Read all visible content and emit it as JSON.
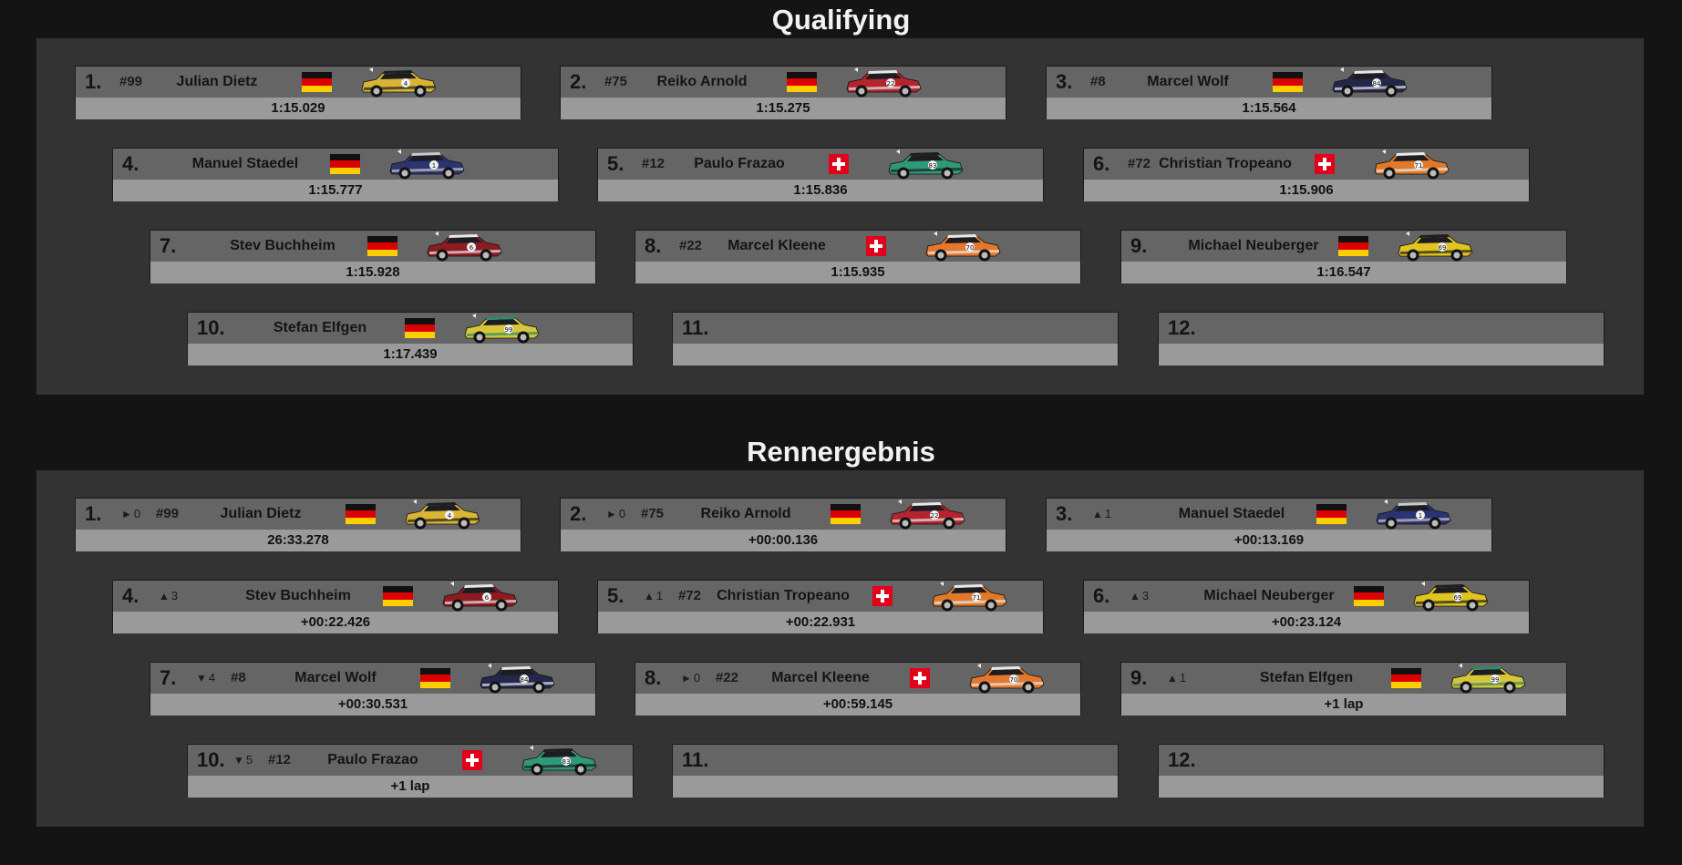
{
  "sections": [
    {
      "title": "Qualifying",
      "cards": [
        {
          "pos": "1.",
          "change_arrow": "",
          "change_value": "",
          "number": "#99",
          "driver": "Julian Dietz",
          "flag": "de",
          "car_icon": "car-yellow-icon",
          "car_color": "#d9b535",
          "car_accent": "#1e1e1e",
          "car_number": "4",
          "result": "1:15.029"
        },
        {
          "pos": "2.",
          "change_arrow": "",
          "change_value": "",
          "number": "#75",
          "driver": "Reiko Arnold",
          "flag": "de",
          "car_icon": "car-red-icon",
          "car_color": "#b3242c",
          "car_accent": "#e8e8e8",
          "car_number": "22",
          "result": "1:15.275"
        },
        {
          "pos": "3.",
          "change_arrow": "",
          "change_value": "",
          "number": "#8",
          "driver": "Marcel Wolf",
          "flag": "de",
          "car_icon": "car-navy-icon",
          "car_color": "#23284a",
          "car_accent": "#e8e8e8",
          "car_number": "84",
          "result": "1:15.564"
        },
        {
          "pos": "4.",
          "change_arrow": "",
          "change_value": "",
          "number": "",
          "driver": "Manuel Staedel",
          "flag": "de",
          "car_icon": "car-blue-icon",
          "car_color": "#2b3470",
          "car_accent": "#c9c9c9",
          "car_number": "1",
          "result": "1:15.777"
        },
        {
          "pos": "5.",
          "change_arrow": "",
          "change_value": "",
          "number": "#12",
          "driver": "Paulo Frazao",
          "flag": "ch",
          "car_icon": "car-green-icon",
          "car_color": "#2f9a78",
          "car_accent": "#1e1e1e",
          "car_number": "83",
          "result": "1:15.836"
        },
        {
          "pos": "6.",
          "change_arrow": "",
          "change_value": "",
          "number": "#72",
          "driver": "Christian Tropeano",
          "flag": "ch",
          "car_icon": "car-orange-icon",
          "car_color": "#e07a2a",
          "car_accent": "#e8e8e8",
          "car_number": "71",
          "result": "1:15.906"
        },
        {
          "pos": "7.",
          "change_arrow": "",
          "change_value": "",
          "number": "",
          "driver": "Stev Buchheim",
          "flag": "de",
          "car_icon": "car-darkred-icon",
          "car_color": "#8c1c22",
          "car_accent": "#e8e8e8",
          "car_number": "6",
          "result": "1:15.928"
        },
        {
          "pos": "8.",
          "change_arrow": "",
          "change_value": "",
          "number": "#22",
          "driver": "Marcel Kleene",
          "flag": "ch",
          "car_icon": "car-orange-icon",
          "car_color": "#e3772e",
          "car_accent": "#e8e8e8",
          "car_number": "70",
          "result": "1:15.935"
        },
        {
          "pos": "9.",
          "change_arrow": "",
          "change_value": "",
          "number": "",
          "driver": "Michael Neuberger",
          "flag": "de",
          "car_icon": "car-yellow-black-icon",
          "car_color": "#e0c41f",
          "car_accent": "#1e1e1e",
          "car_number": "69",
          "result": "1:16.547"
        },
        {
          "pos": "10.",
          "change_arrow": "",
          "change_value": "",
          "number": "",
          "driver": "Stefan Elfgen",
          "flag": "de",
          "car_icon": "car-yellow-green-icon",
          "car_color": "#d8c63a",
          "car_accent": "#2f8a6a",
          "car_number": "99",
          "result": "1:17.439"
        },
        {
          "pos": "11.",
          "change_arrow": "",
          "change_value": "",
          "number": "",
          "driver": "",
          "flag": "",
          "car_icon": "",
          "result": ""
        },
        {
          "pos": "12.",
          "change_arrow": "",
          "change_value": "",
          "number": "",
          "driver": "",
          "flag": "",
          "car_icon": "",
          "result": ""
        }
      ]
    },
    {
      "title": "Rennergebnis",
      "cards": [
        {
          "pos": "1.",
          "change_arrow": "►",
          "change_value": "0",
          "number": "#99",
          "driver": "Julian Dietz",
          "flag": "de",
          "car_icon": "car-yellow-icon",
          "car_color": "#d9b535",
          "car_accent": "#1e1e1e",
          "car_number": "4",
          "result": "26:33.278"
        },
        {
          "pos": "2.",
          "change_arrow": "►",
          "change_value": "0",
          "number": "#75",
          "driver": "Reiko Arnold",
          "flag": "de",
          "car_icon": "car-red-icon",
          "car_color": "#b3242c",
          "car_accent": "#e8e8e8",
          "car_number": "22",
          "result": "+00:00.136"
        },
        {
          "pos": "3.",
          "change_arrow": "▲",
          "change_value": "1",
          "number": "",
          "driver": "Manuel Staedel",
          "flag": "de",
          "car_icon": "car-blue-icon",
          "car_color": "#2b3470",
          "car_accent": "#c9c9c9",
          "car_number": "1",
          "result": "+00:13.169"
        },
        {
          "pos": "4.",
          "change_arrow": "▲",
          "change_value": "3",
          "number": "",
          "driver": "Stev Buchheim",
          "flag": "de",
          "car_icon": "car-darkred-icon",
          "car_color": "#8c1c22",
          "car_accent": "#e8e8e8",
          "car_number": "6",
          "result": "+00:22.426"
        },
        {
          "pos": "5.",
          "change_arrow": "▲",
          "change_value": "1",
          "number": "#72",
          "driver": "Christian Tropeano",
          "flag": "ch",
          "car_icon": "car-orange-icon",
          "car_color": "#e07a2a",
          "car_accent": "#e8e8e8",
          "car_number": "71",
          "result": "+00:22.931"
        },
        {
          "pos": "6.",
          "change_arrow": "▲",
          "change_value": "3",
          "number": "",
          "driver": "Michael Neuberger",
          "flag": "de",
          "car_icon": "car-yellow-black-icon",
          "car_color": "#e0c41f",
          "car_accent": "#1e1e1e",
          "car_number": "69",
          "result": "+00:23.124"
        },
        {
          "pos": "7.",
          "change_arrow": "▼",
          "change_value": "4",
          "number": "#8",
          "driver": "Marcel Wolf",
          "flag": "de",
          "car_icon": "car-navy-icon",
          "car_color": "#23284a",
          "car_accent": "#e8e8e8",
          "car_number": "84",
          "result": "+00:30.531"
        },
        {
          "pos": "8.",
          "change_arrow": "►",
          "change_value": "0",
          "number": "#22",
          "driver": "Marcel Kleene",
          "flag": "ch",
          "car_icon": "car-orange-icon",
          "car_color": "#e3772e",
          "car_accent": "#e8e8e8",
          "car_number": "70",
          "result": "+00:59.145"
        },
        {
          "pos": "9.",
          "change_arrow": "▲",
          "change_value": "1",
          "number": "",
          "driver": "Stefan Elfgen",
          "flag": "de",
          "car_icon": "car-yellow-green-icon",
          "car_color": "#d8c63a",
          "car_accent": "#2f8a6a",
          "car_number": "99",
          "result": "+1 lap"
        },
        {
          "pos": "10.",
          "change_arrow": "▼",
          "change_value": "5",
          "number": "#12",
          "driver": "Paulo Frazao",
          "flag": "ch",
          "car_icon": "car-green-icon",
          "car_color": "#2f9a78",
          "car_accent": "#1e1e1e",
          "car_number": "83",
          "result": "+1 lap"
        },
        {
          "pos": "11.",
          "change_arrow": "",
          "change_value": "",
          "number": "",
          "driver": "",
          "flag": "",
          "car_icon": "",
          "result": ""
        },
        {
          "pos": "12.",
          "change_arrow": "",
          "change_value": "",
          "number": "",
          "driver": "",
          "flag": "",
          "car_icon": "",
          "result": ""
        }
      ]
    }
  ]
}
